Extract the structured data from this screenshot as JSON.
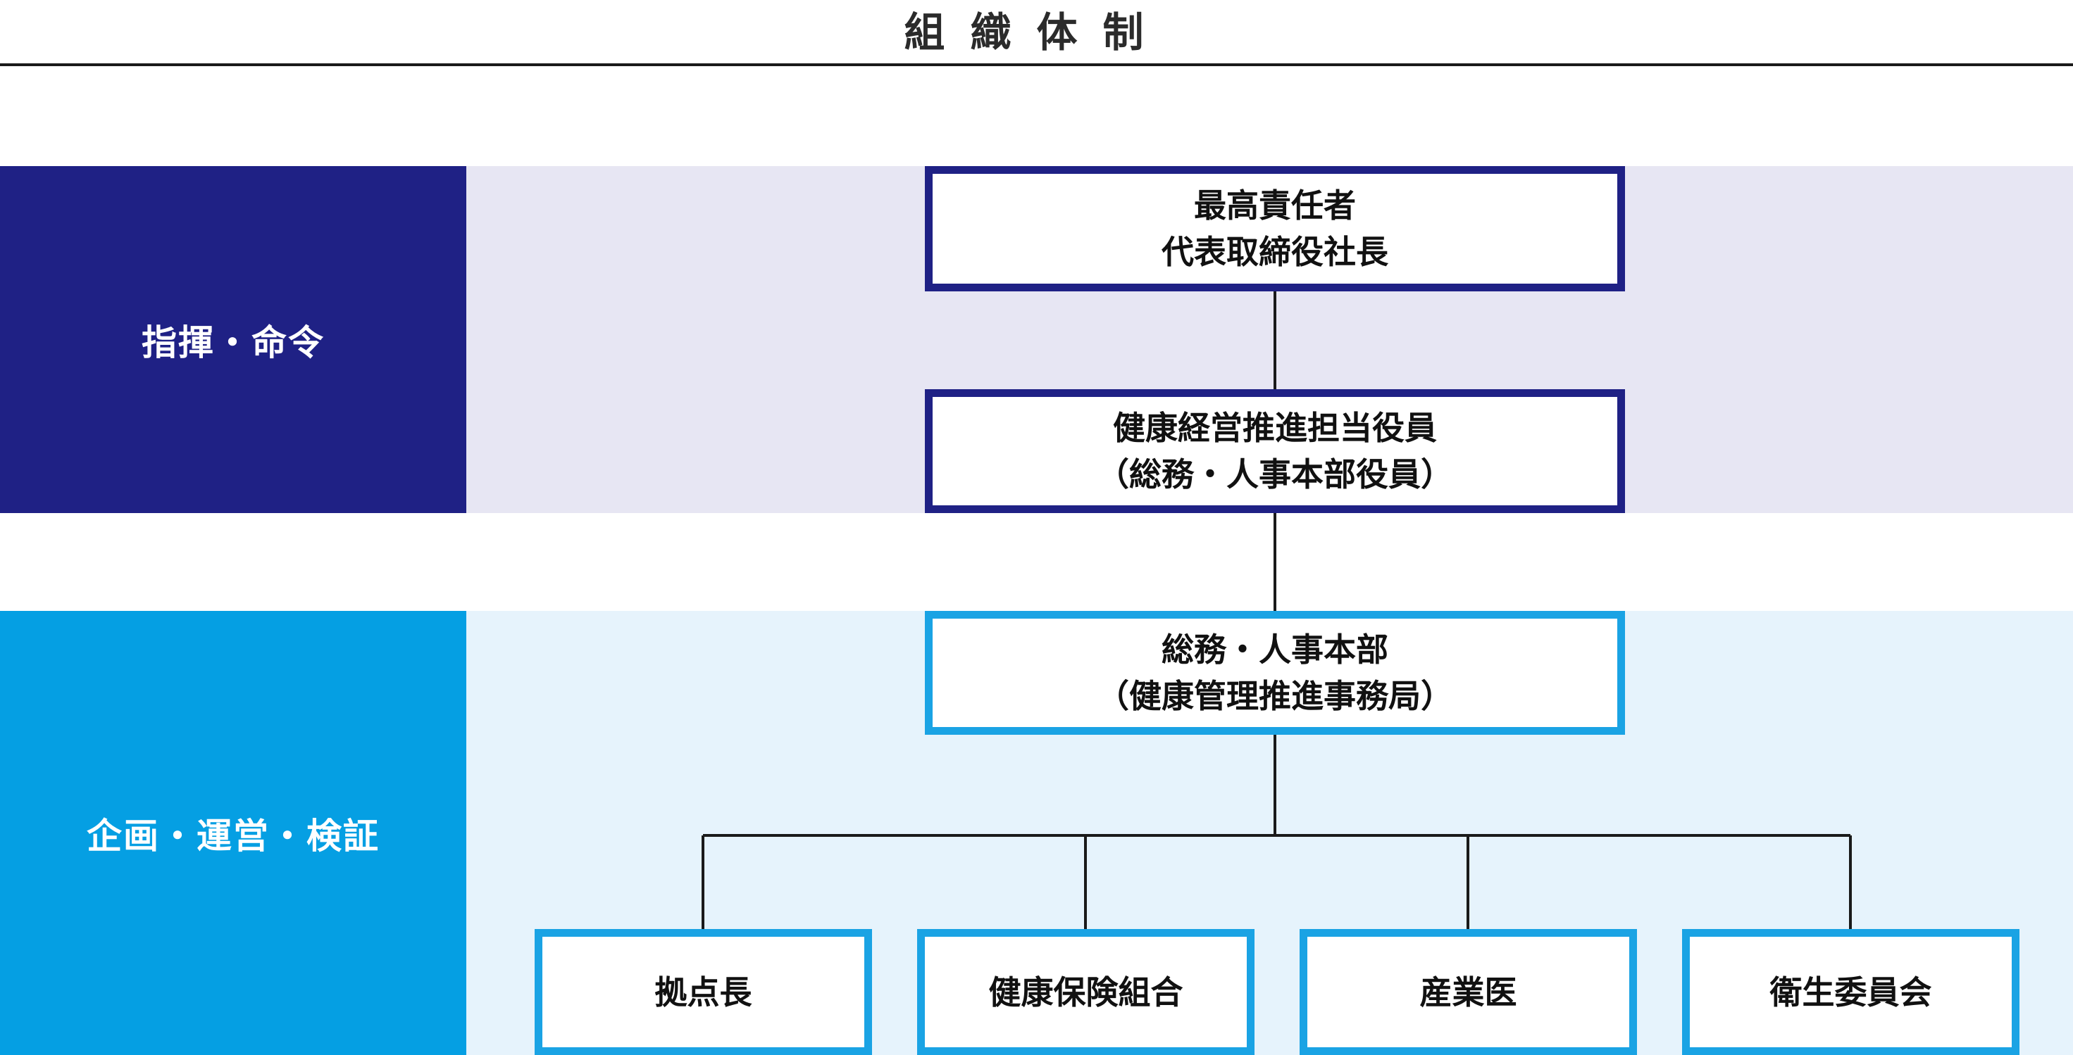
{
  "title": "組織体制",
  "bands": {
    "command": {
      "label": "指揮・命令"
    },
    "operate": {
      "label": "企画・運営・検証"
    }
  },
  "boxes": {
    "ceo": {
      "line1": "最高責任者",
      "line2": "代表取締役社長"
    },
    "officer": {
      "line1": "健康経営推進担当役員",
      "line2": "（総務・人事本部役員）"
    },
    "hr": {
      "line1": "総務・人事本部",
      "line2": "（健康管理推進事務局）"
    },
    "site": {
      "label": "拠点長"
    },
    "insurance": {
      "label": "健康保険組合"
    },
    "physician": {
      "label": "産業医"
    },
    "committee": {
      "label": "衛生委員会"
    }
  },
  "colors": {
    "command_label_bg": "#1f2185",
    "command_band_bg": "#e7e6f3",
    "operate_label_bg": "#059fe3",
    "operate_band_bg": "#e6f3fc",
    "command_box_border": "#1f2185",
    "operate_box_border": "#1aa3e4"
  }
}
